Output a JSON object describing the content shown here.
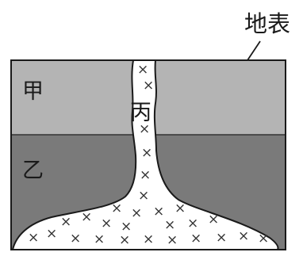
{
  "diagram": {
    "surface_label": "地表",
    "layer_top_label": "甲",
    "layer_middle_label": "乙",
    "intrusion_label": "丙",
    "intrusion_symbol": "×"
  },
  "colors": {
    "layer_top": "#b4b4b4",
    "layer_middle": "#7a7a7a",
    "intrusion": "#ffffff",
    "outline": "#1a1a1a"
  }
}
